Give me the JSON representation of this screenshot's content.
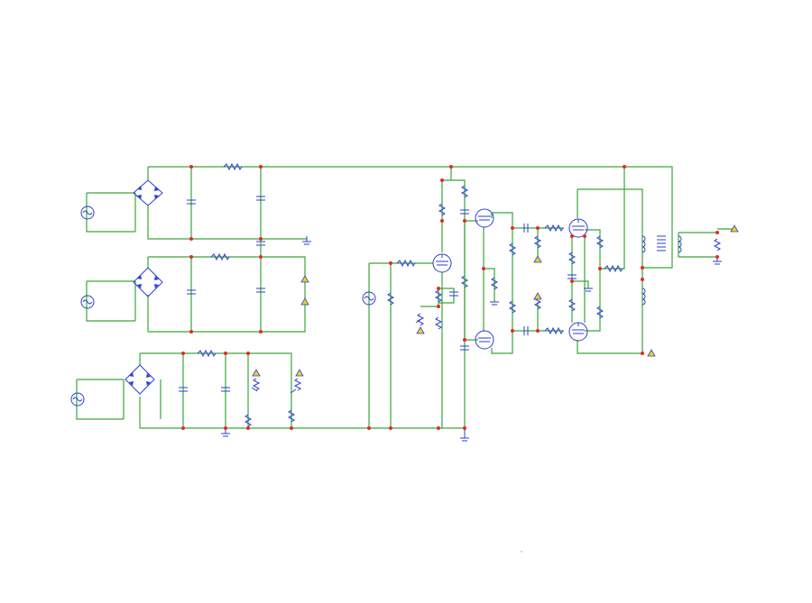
{
  "diagram": {
    "type": "electronic-schematic",
    "colors": {
      "wire": "#3aa63a",
      "component": "#2a3fd0",
      "junction": "#e8262b",
      "marker": "#f1d21b",
      "background": "#ffffff"
    },
    "sections": {
      "power_supplies": [
        "ac-source",
        "bridge-rectifier",
        "filter-capacitor",
        "series-resistor",
        "ground"
      ],
      "amplifier": [
        "ac-source",
        "vacuum-tube",
        "resistor",
        "capacitor",
        "potentiometer",
        "transformer",
        "inductor",
        "ground"
      ]
    },
    "symbol_counts": {
      "bridge_rectifiers": 3,
      "ac_sources": 4,
      "vacuum_tubes": 5,
      "transformers": 2,
      "output_markers": 9
    }
  }
}
